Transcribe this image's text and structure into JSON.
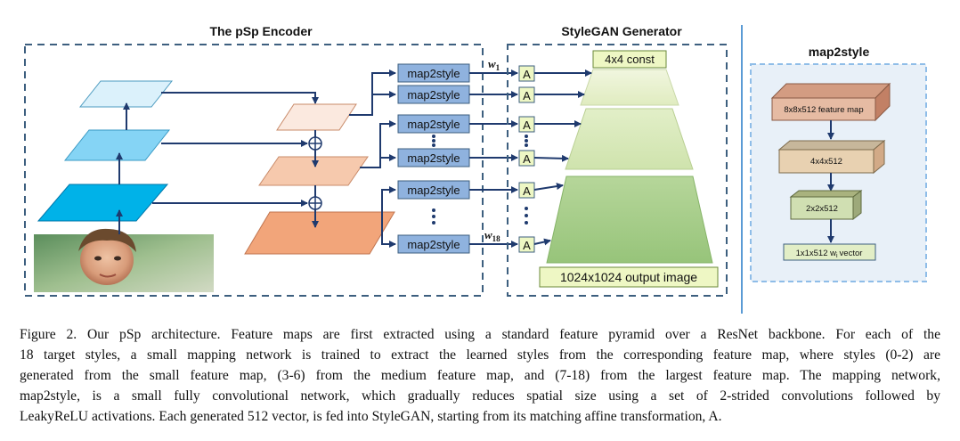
{
  "encoder": {
    "title": "The pSp Encoder"
  },
  "generator": {
    "title": "StyleGAN Generator",
    "const_label": "4x4 const",
    "output_label": "1024x1024 output image",
    "affine_label": "A"
  },
  "map_blocks": {
    "label": "map2style"
  },
  "w_labels": {
    "w_first": "w",
    "w_first_sub": "1",
    "w_last": "w",
    "w_last_sub": "18"
  },
  "map2style_panel": {
    "title": "map2style",
    "layers": [
      "8x8x512 feature map",
      "4x4x512",
      "2x2x512",
      "1x1x512 w"
    ],
    "vector_suffix": "vector",
    "vector_sub": "i"
  },
  "caption": {
    "lines": [
      "Figure 2. Our pSp architecture. Feature maps are first extracted using a standard feature pyramid over a ResNet backbone. For each of the",
      "18 target styles, a small mapping network is trained to extract the learned styles from the corresponding feature map, where styles (0-2) are",
      "generated from the small feature map, (3-6) from the medium feature map, and (7-18) from the largest feature map. The mapping network,",
      "map2style, is a small fully convolutional network, which gradually reduces spatial size using a set of 2-strided convolutions followed by",
      "LeakyReLU activations. Each generated 512 vector, is fed into StyleGAN, starting from its matching affine transformation, A."
    ]
  },
  "colors": {
    "arrow": "#1f3a6e",
    "dashed_border": "#3d5f7f",
    "map_box": "#8fb2de",
    "a_box": "#eef7c4",
    "const_box": "#eef7c4",
    "panel_bg": "#e8f0f8",
    "panel_border": "#8fbde8"
  }
}
